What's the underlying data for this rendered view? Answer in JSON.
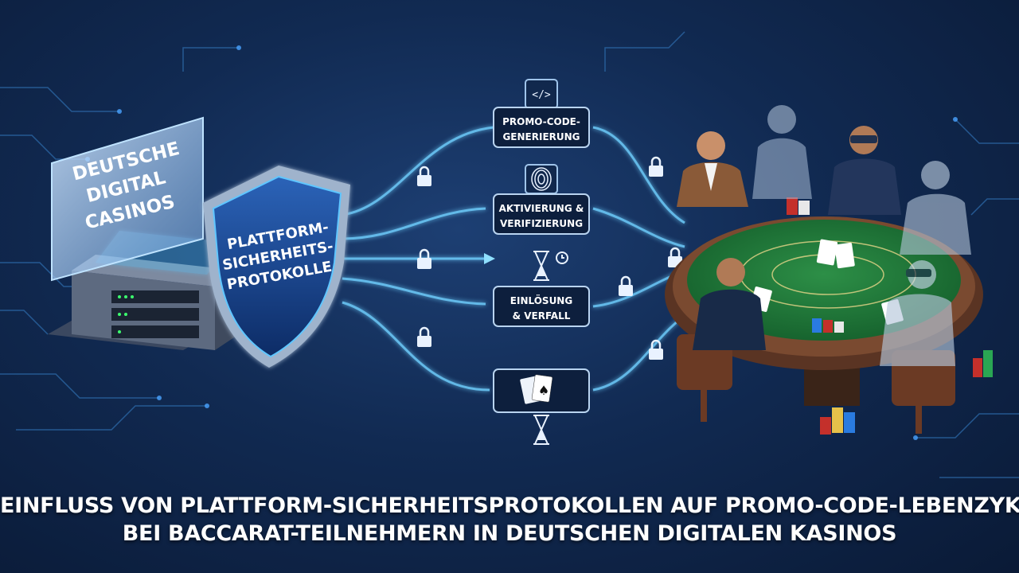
{
  "monitor": {
    "line1": "DEUTSCHE",
    "line2": "DIGITAL",
    "line3": "CASINOS"
  },
  "shield": {
    "line1": "PLATTFORM-",
    "line2": "SICHERHEITS-",
    "line3": "PROTOKOLLE"
  },
  "steps": [
    {
      "line1": "PROMO-CODE-",
      "line2": "GENERIERUNG",
      "icon": "code-icon"
    },
    {
      "line1": "AKTIVIERUNG &",
      "line2": "VERIFIZIERUNG",
      "icon": "fingerprint-icon"
    },
    {
      "line1": "EINLÖSUNG",
      "line2": "& VERFALL",
      "icon": "hourglass-icon"
    },
    {
      "line1": "",
      "line2": "",
      "icon": "playing-cards-icon"
    }
  ],
  "title": {
    "line1": "EINFLUSS VON PLATTFORM-SICHERHEITSPROTOKOLLEN AUF PROMO-CODE-LEBENZYKLEN",
    "line2": "BEI BACCARAT-TEILNEHMERN IN DEUTSCHEN DIGITALEN KASINOS"
  },
  "colors": {
    "accent": "#3fb4ff",
    "table_felt": "#1f7a3a",
    "background": "#112a52"
  }
}
